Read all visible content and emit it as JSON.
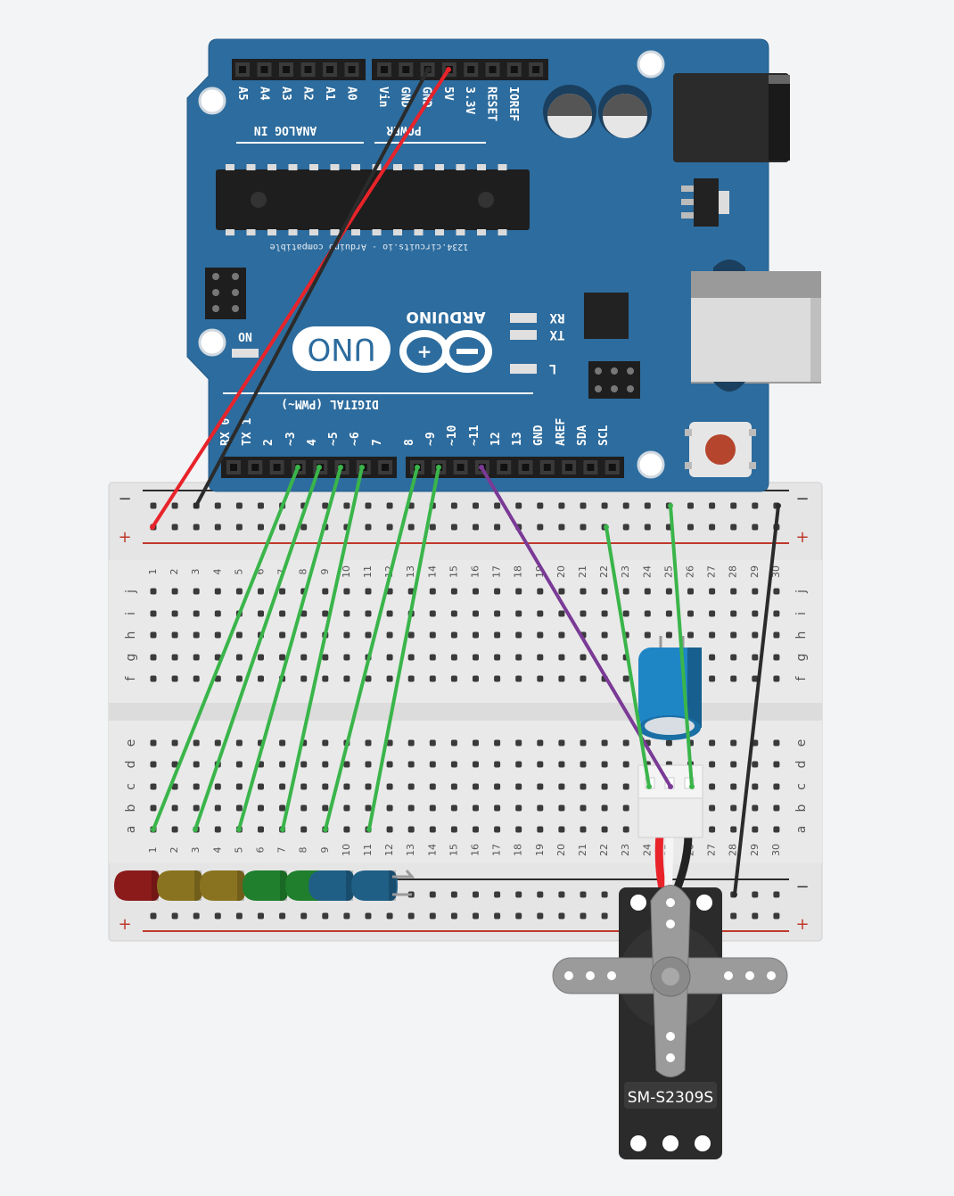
{
  "arduino": {
    "analog_header_labels": [
      "A5",
      "A4",
      "A3",
      "A2",
      "A1",
      "A0"
    ],
    "analog_section_label": "ANALOG IN",
    "power_header_labels": [
      "Vin",
      "GND",
      "GND",
      "5V",
      "3.3V",
      "RESET",
      "IOREF"
    ],
    "power_section_label": "POWER",
    "chip_label": "1234.circuits.io - Arduino compatible",
    "logo_uno": "UNO",
    "logo_arduino": "ARDUINO",
    "led_labels": [
      "RX",
      "TX",
      "L"
    ],
    "on_label": "ON",
    "digital_section_label": "DIGITAL (PWM~)",
    "digital_pin_labels": [
      "RX 0",
      "TX 1",
      "2",
      "~3",
      "4",
      "~5",
      "~6",
      "7",
      "8",
      "~9",
      "~10",
      "~11",
      "12",
      "13",
      "GND",
      "AREF",
      "SDA",
      "SCL"
    ]
  },
  "breadboard": {
    "column_numbers": [
      "1",
      "2",
      "3",
      "4",
      "5",
      "6",
      "7",
      "8",
      "9",
      "10",
      "11",
      "12",
      "13",
      "14",
      "15",
      "16",
      "17",
      "18",
      "19",
      "20",
      "21",
      "22",
      "23",
      "24",
      "25",
      "26",
      "27",
      "28",
      "29",
      "30"
    ],
    "top_row_letters": [
      "j",
      "i",
      "h",
      "g",
      "f"
    ],
    "bottom_row_letters": [
      "e",
      "d",
      "c",
      "b",
      "a"
    ],
    "rail_minus": "−",
    "rail_plus": "+"
  },
  "servo": {
    "model_label": "SM-S2309S"
  },
  "colors": {
    "board": "#2d6c9e",
    "wire_green": "#3ab54a",
    "wire_red": "#e8232a",
    "wire_black": "#2b2b2b",
    "wire_purple": "#7a3a96",
    "capacitor": "#1f86c6",
    "led_red": "#8b1b1b",
    "led_yellow": "#8a7320",
    "led_green": "#1f7f2c",
    "led_blue": "#1f5f86"
  },
  "icons": [
    "arduino-infinity-logo-icon",
    "reset-button-icon",
    "usb-port-icon",
    "power-jack-icon"
  ]
}
